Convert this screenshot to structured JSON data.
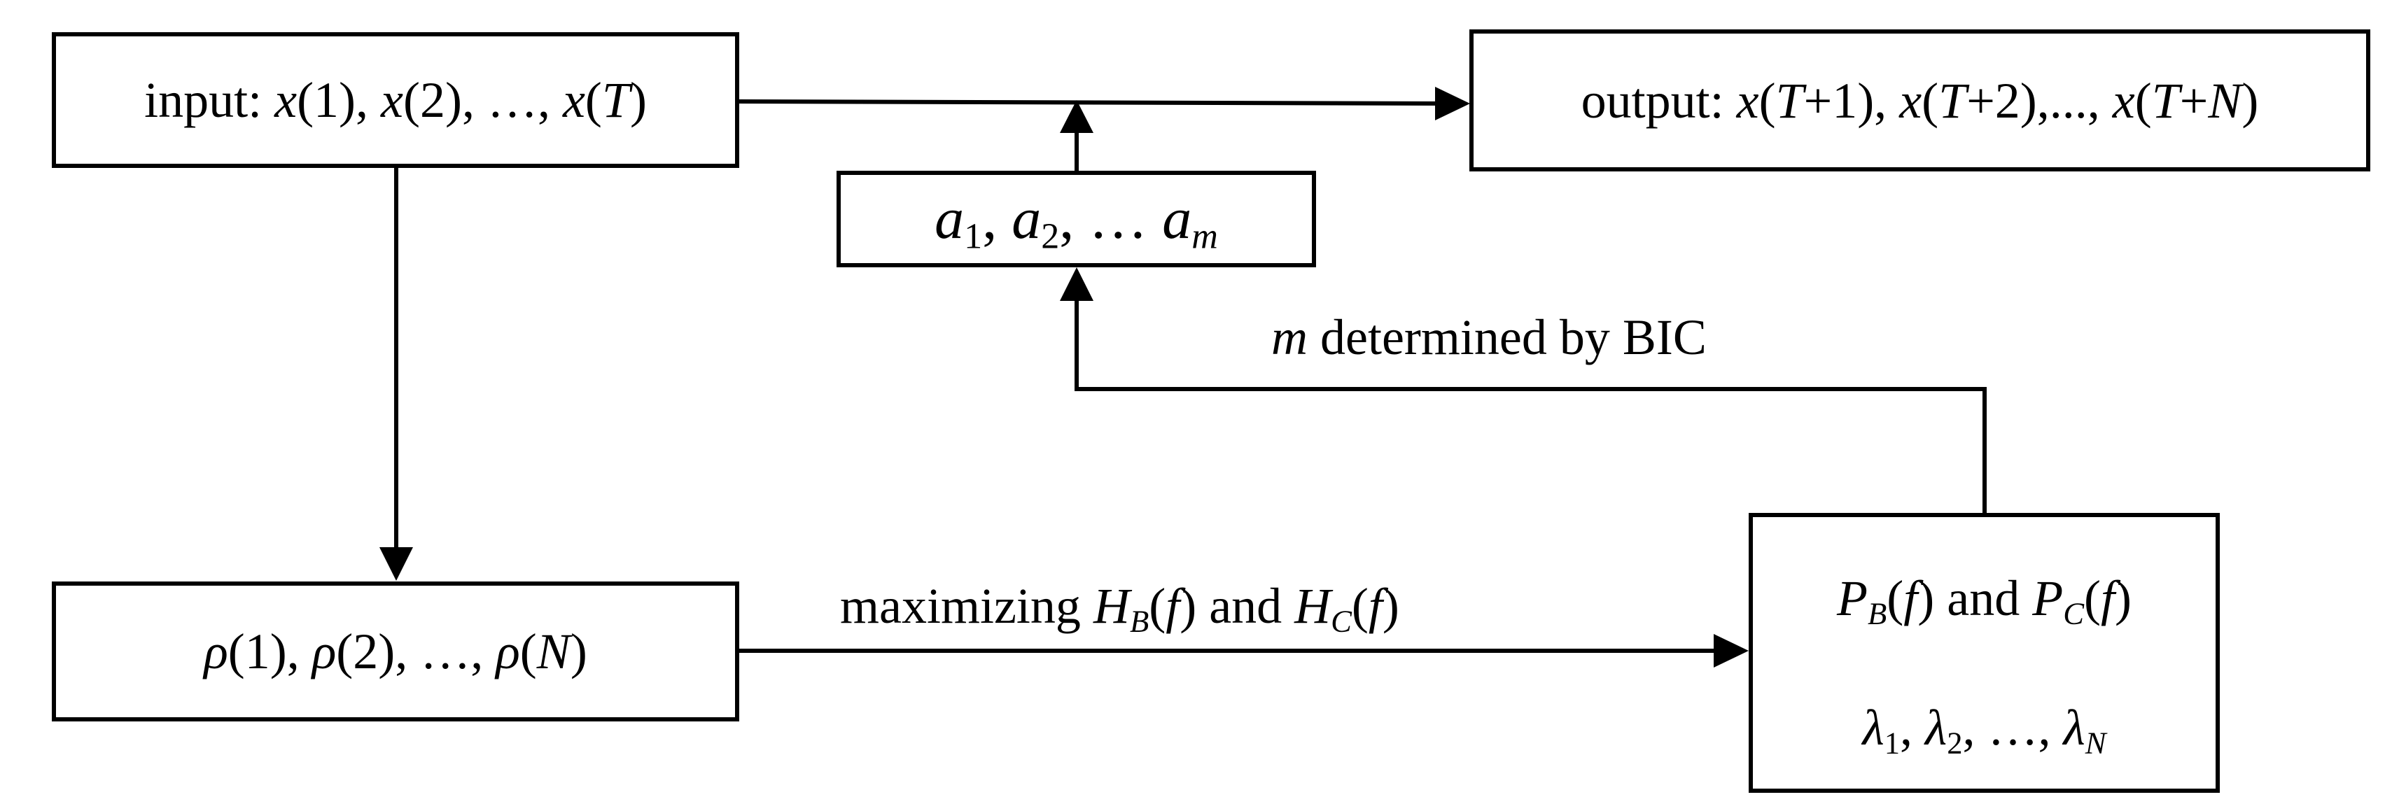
{
  "input_box": {
    "prefix": "input: ",
    "x": "x",
    "t1": "(1), ",
    "t2": "(2), …, ",
    "T": "T",
    "close": ")",
    "open": "("
  },
  "output_box": {
    "prefix": "output: ",
    "x": "x",
    "open": "(",
    "T": "T",
    "p1": "+1), ",
    "p2": "+2),..., ",
    "pN": "+",
    "N": "N",
    "close": ")"
  },
  "coef_box": {
    "a": "a",
    "s1": "1",
    "s2": "2",
    "sep1": ", ",
    "sep2": ", … ",
    "m": "m"
  },
  "rho_box": {
    "rho": "ρ",
    "t1": "(1), ",
    "t2": "(2), …, ",
    "open": "(",
    "N": "N",
    "close": ")"
  },
  "result_box": {
    "P": "P",
    "B": "B",
    "C": "C",
    "f": "f",
    "and": " and ",
    "lambda": "λ",
    "s1": "1",
    "s2": "2",
    "sN": "N",
    "sep": ", ",
    "ellipsis": ", …, "
  },
  "label_bic": {
    "m": "m",
    "text": " determined by BIC"
  },
  "label_max": {
    "text": "maximizing ",
    "H": "H",
    "B": "B",
    "C": "C",
    "f": "f",
    "and": " and "
  }
}
